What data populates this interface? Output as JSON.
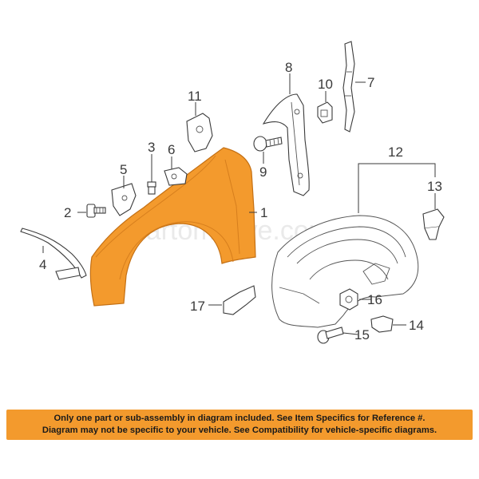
{
  "watermark": "Partomotive.com",
  "callouts": {
    "c1": "1",
    "c2": "2",
    "c3": "3",
    "c4": "4",
    "c5": "5",
    "c6": "6",
    "c7": "7",
    "c8": "8",
    "c9": "9",
    "c10": "10",
    "c11": "11",
    "c12": "12",
    "c13": "13",
    "c14": "14",
    "c15": "15",
    "c16": "16",
    "c17": "17"
  },
  "disclaimer": {
    "line1": "Only one part or sub-assembly in diagram included. See Item Specifics for Reference #.",
    "line2": "Diagram may not be specific to your vehicle. See Compatibility for vehicle-specific diagrams."
  },
  "colors": {
    "highlight_part": "#f39a2d",
    "banner": "#f39a2d",
    "line": "#3a3a3a"
  }
}
